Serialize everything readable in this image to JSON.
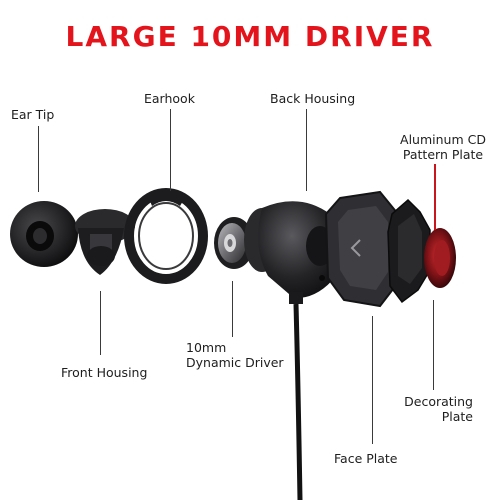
{
  "title": "LARGE 10MM DRIVER",
  "labels": {
    "ear_tip": "Ear Tip",
    "earhook": "Earhook",
    "back_housing": "Back Housing",
    "aluminum_line1": "Aluminum CD",
    "aluminum_line2": "Pattern Plate",
    "front_housing": "Front Housing",
    "driver_line1": "10mm",
    "driver_line2": "Dynamic Driver",
    "decorating_line1": "Decorating",
    "decorating_line2": "Plate",
    "face_plate": "Face Plate"
  },
  "colors": {
    "title": "#e3141b",
    "accent_line": "#c9161c",
    "part_dark": "#1c1c1e",
    "part_mid": "#3a3a3d",
    "cable": "#121212"
  }
}
